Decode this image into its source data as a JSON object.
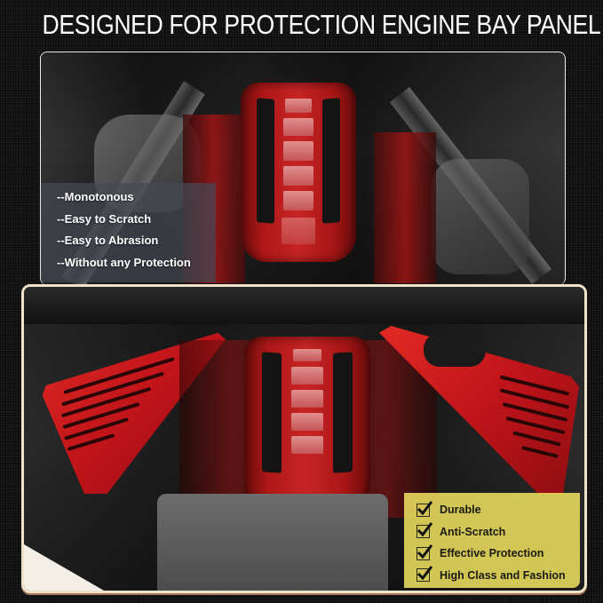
{
  "header": {
    "title": "DESIGNED FOR PROTECTION ENGINE BAY PANEL"
  },
  "before_photo": {
    "label": "engine bay without panels",
    "cons": [
      "--Monotonous",
      "--Easy to Scratch",
      "--Easy to Abrasion",
      "--Without any Protection"
    ]
  },
  "after_photo": {
    "label": "engine bay with red protection panels",
    "pros": [
      {
        "icon": "checkbox-checked-icon",
        "label": "Durable"
      },
      {
        "icon": "checkbox-checked-icon",
        "label": "Anti-Scratch"
      },
      {
        "icon": "checkbox-checked-icon",
        "label": "Effective Protection"
      },
      {
        "icon": "checkbox-checked-icon",
        "label": "High Class and Fashion"
      }
    ]
  },
  "colors": {
    "background": "#0e0e0e",
    "panel_red": "#c8161b",
    "frame_cream": "#efe3c9",
    "pros_yellow": "#ecde60",
    "cons_gray": "#464a54"
  }
}
